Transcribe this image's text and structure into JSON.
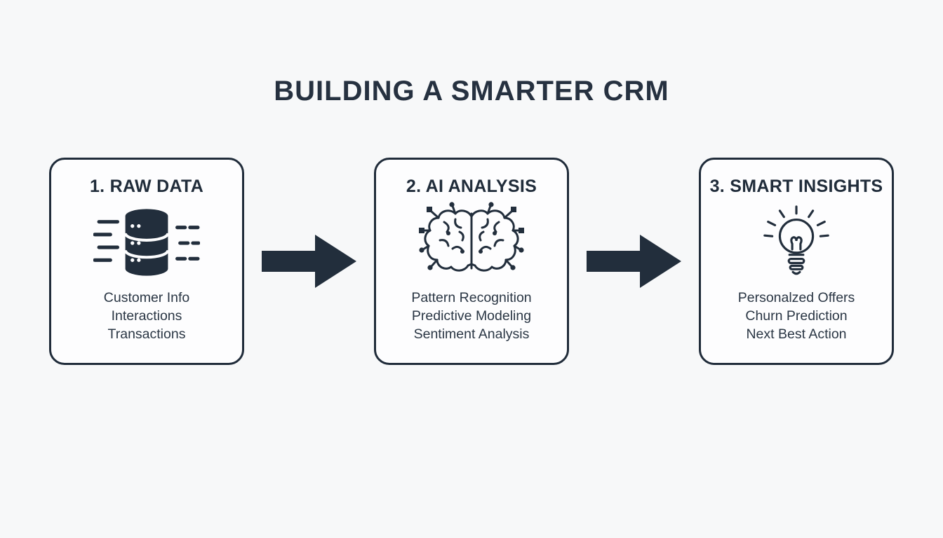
{
  "title": "BUILDING A SMARTER CRM",
  "colors": {
    "ink": "#222e3c",
    "background": "#f7f8f9",
    "card_background": "#fdfdfe"
  },
  "steps": [
    {
      "heading": "1. RAW DATA",
      "icon": "database-icon",
      "lines": [
        "Customer Info",
        "Interactions",
        "Transactions"
      ]
    },
    {
      "heading": "2. AI ANALYSIS",
      "icon": "brain-circuit-icon",
      "lines": [
        "Pattern Recognition",
        "Predictive Modeling",
        "Sentiment Analysis"
      ]
    },
    {
      "heading": "3. SMART INSIGHTS",
      "icon": "lightbulb-icon",
      "lines": [
        "Personalzed Offers",
        "Churn Prediction",
        "Next Best Action"
      ]
    }
  ],
  "connectors": [
    {
      "icon": "arrow-right-icon"
    },
    {
      "icon": "arrow-right-icon"
    }
  ]
}
